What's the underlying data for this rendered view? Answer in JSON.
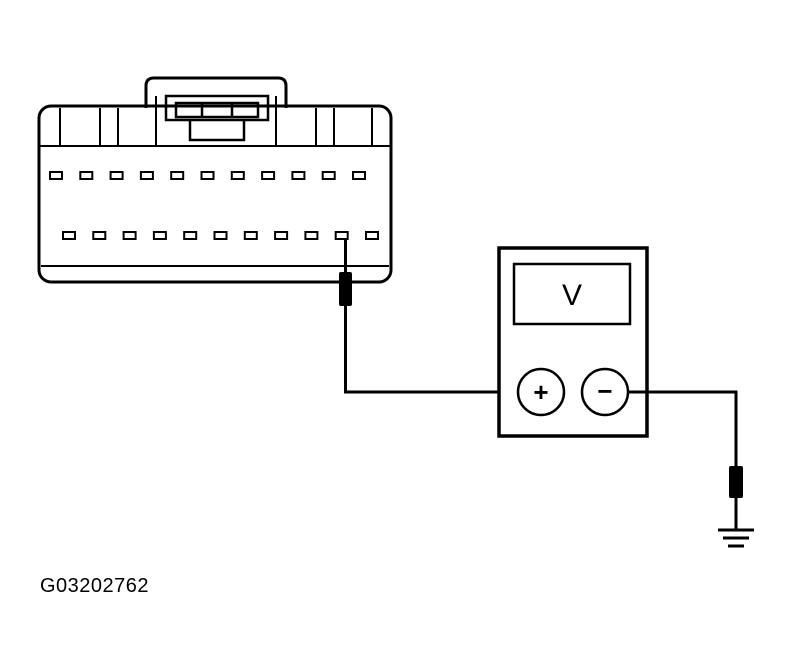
{
  "figure_id": "G03202762",
  "meter": {
    "display_text": "V",
    "positive_label": "+",
    "negative_label": "−"
  },
  "connector": {
    "top_row_pins": 11,
    "bottom_row_pins": 11,
    "probe_bottom_pin": 10
  },
  "colors": {
    "line": "#000000",
    "background": "#ffffff"
  },
  "icons": [
    "connector-icon",
    "probe-icon",
    "voltmeter-icon",
    "ground-icon"
  ]
}
